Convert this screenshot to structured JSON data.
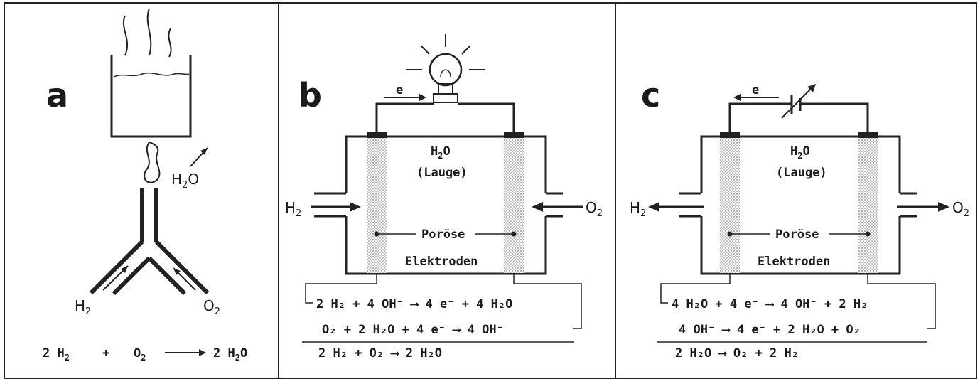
{
  "panels": {
    "a": {
      "label": "a",
      "h2o_label": "H",
      "h2o_sub": "2",
      "h2o_rest": "O",
      "h2_label": "H",
      "h2_sub": "2",
      "o2_label": "O",
      "o2_sub": "2",
      "equation": {
        "lhs1": "2 H",
        "lhs1_sub": "2",
        "plus": "+",
        "lhs2": "O",
        "lhs2_sub": "2",
        "rhs": "2 H",
        "rhs_sub": "2",
        "rhs_rest": "O"
      }
    },
    "b": {
      "label": "b",
      "electron": "e",
      "electrolyte_1": "H",
      "electrolyte_1_sub": "2",
      "electrolyte_1_rest": "O",
      "electrolyte_2": "(Lauge)",
      "porous": "Poröse",
      "electrodes": "Elektroden",
      "h2_label": "H",
      "h2_sub": "2",
      "o2_label": "O",
      "o2_sub": "2",
      "eq1": "2 H₂ + 4 OH⁻ ⟶ 4 e⁻ + 4 H₂O",
      "eq2": "O₂ + 2 H₂O + 4 e⁻ ⟶ 4 OH⁻",
      "eq3": "2 H₂ +  O₂ ⟶  2 H₂O"
    },
    "c": {
      "label": "c",
      "electron": "e",
      "electrolyte_1": "H",
      "electrolyte_1_sub": "2",
      "electrolyte_1_rest": "O",
      "electrolyte_2": "(Lauge)",
      "porous": "Poröse",
      "electrodes": "Elektroden",
      "h2_label": "H",
      "h2_sub": "2",
      "o2_label": "O",
      "o2_sub": "2",
      "eq1": "4 H₂O + 4 e⁻ ⟶ 4 OH⁻ + 2 H₂",
      "eq2": "4 OH⁻ ⟶ 4 e⁻ + 2 H₂O +  O₂",
      "eq3": "2 H₂O ⟶  O₂ + 2 H₂"
    }
  },
  "icons": [
    "light-bulb-icon",
    "variable-voltage-source-icon",
    "flame-icon",
    "steam-icon"
  ]
}
